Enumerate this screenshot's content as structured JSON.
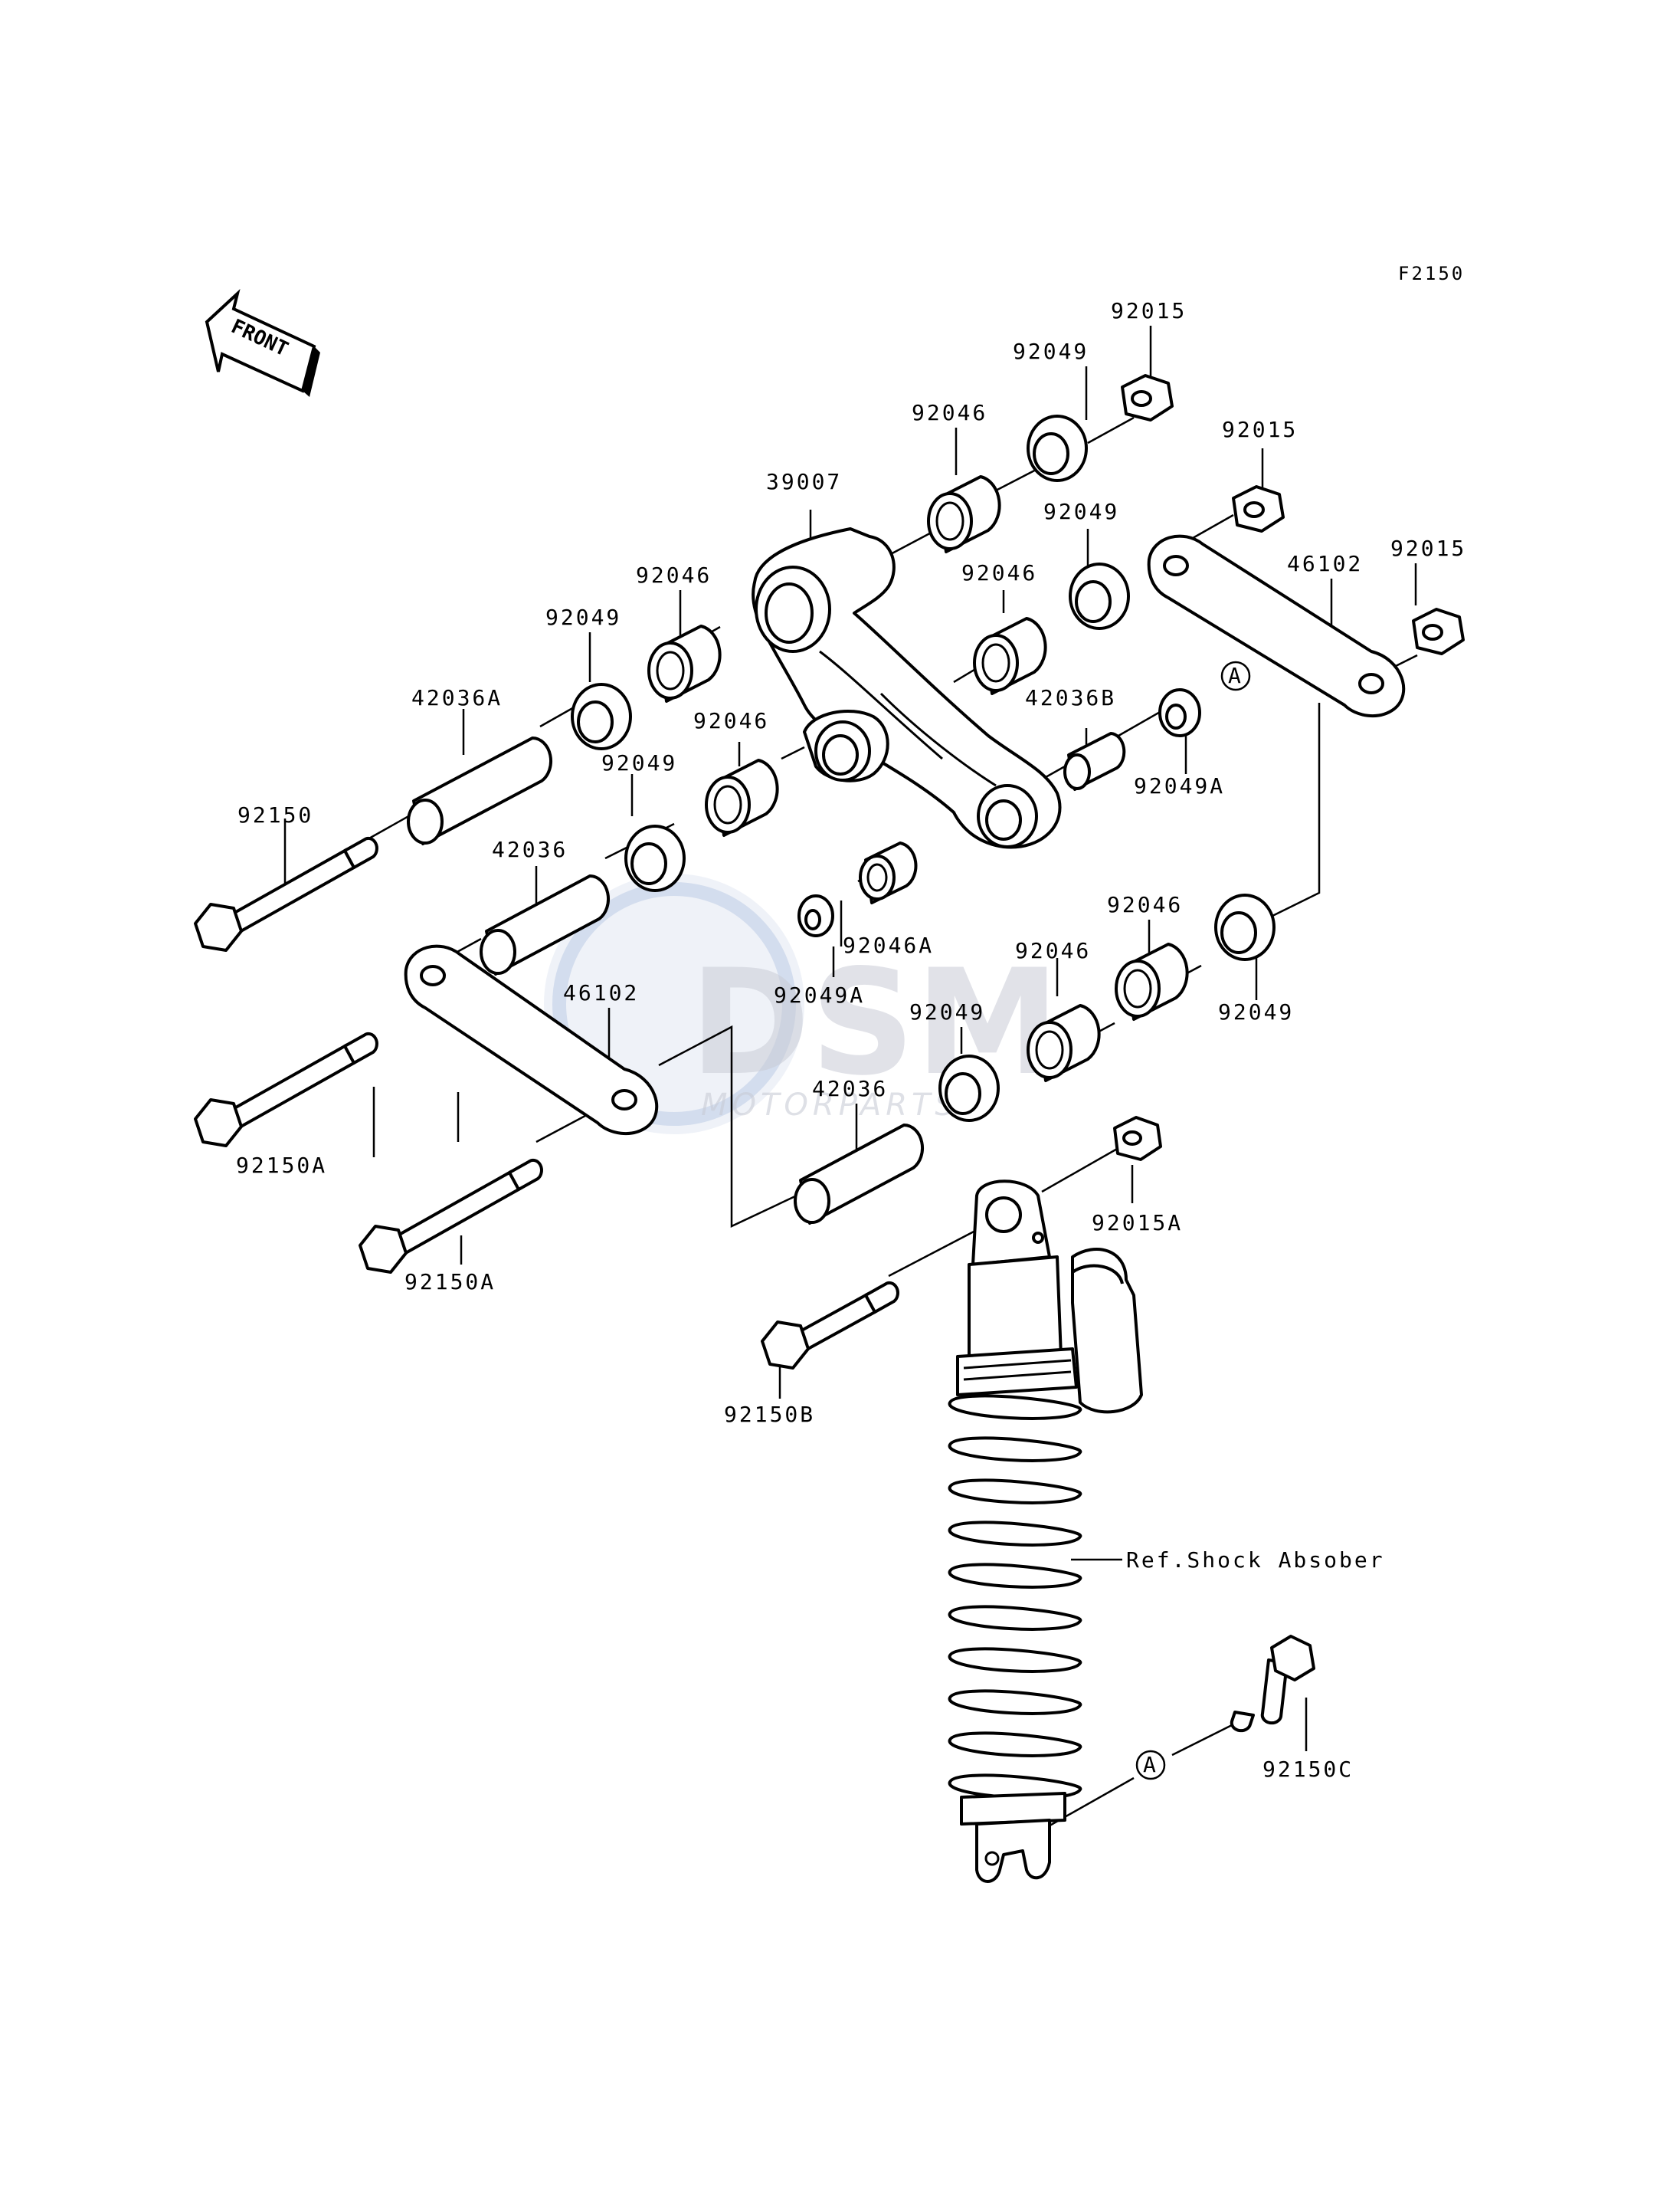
{
  "figure_code": "F2150",
  "front_label": "FRONT",
  "callout": "A",
  "parts": {
    "p39007": "39007",
    "p92015": "92015",
    "p92015A": "92015A",
    "p92046": "92046",
    "p92046A": "92046A",
    "p92049": "92049",
    "p92049A": "92049A",
    "p42036": "42036",
    "p42036A": "42036A",
    "p42036B": "42036B",
    "p46102": "46102",
    "p92150": "92150",
    "p92150A": "92150A",
    "p92150B": "92150B",
    "p92150C": "92150C"
  },
  "shock_ref": "Ref.Shock Absober",
  "watermark": {
    "brand": "DSM",
    "sub": "MOTORPARTS"
  }
}
